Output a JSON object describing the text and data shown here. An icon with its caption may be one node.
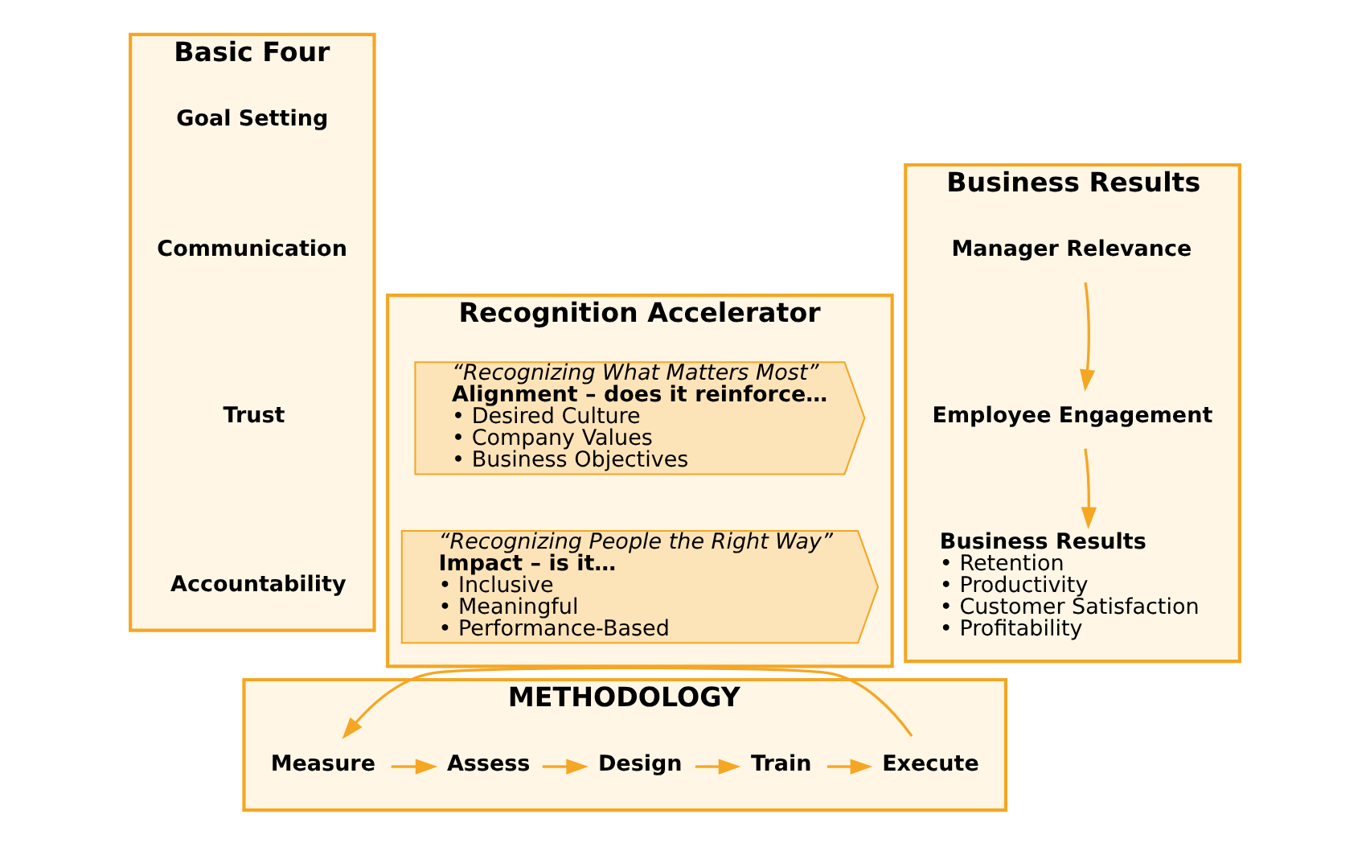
{
  "diagram": {
    "nodes": [
      {
        "text": [
          "Basic Four"
        ]
      },
      {
        "text": [
          "Goal Setting"
        ],
        "in": 0
      },
      {
        "text": [
          "Communication"
        ],
        "in": 0
      },
      {
        "text": [
          "Trust"
        ],
        "in": 0
      },
      {
        "text": [
          "Accountability"
        ],
        "in": 0
      },
      {
        "text": [
          "Recognition Accelerator"
        ]
      },
      {
        "text": [
          "“Recognizing What Matters Most”",
          "Alignment – does it reinforce…",
          "• Desired Culture",
          "• Company Values",
          "• Business Objectives"
        ],
        "in": 5
      },
      {
        "text": [
          "“Recognizing People the Right Way”",
          "Impact – is it…",
          "• Inclusive",
          "• Meaningful",
          "• Performance-Based"
        ],
        "in": 5
      },
      {
        "text": [
          "Business Results"
        ]
      },
      {
        "text": [
          "Manager Relevance"
        ],
        "in": 8
      },
      {
        "text": [
          "Employee Engagement"
        ],
        "in": 8
      },
      {
        "text": [
          "Business Results",
          "• Retention",
          "• Productivity",
          "• Customer Satisfaction",
          "• Profitability"
        ],
        "in": 8
      },
      {
        "text": [
          "METHODOLOGY"
        ]
      },
      {
        "text": [
          "Measure"
        ],
        "in": 12
      },
      {
        "text": [
          "Assess"
        ],
        "in": 12
      },
      {
        "text": [
          "Design"
        ],
        "in": 12
      },
      {
        "text": [
          "Train"
        ],
        "in": 12
      },
      {
        "text": [
          "Execute"
        ],
        "in": 12
      }
    ],
    "edges": [
      {
        "from": 9,
        "to": 10,
        "arrow": "to"
      },
      {
        "from": 10,
        "to": 11,
        "arrow": "to"
      },
      {
        "from": 13,
        "to": 14,
        "arrow": "to"
      },
      {
        "from": 14,
        "to": 15,
        "arrow": "to"
      },
      {
        "from": 15,
        "to": 16,
        "arrow": "to"
      },
      {
        "from": 16,
        "to": 17,
        "arrow": "to"
      },
      {
        "from": 17,
        "to": 13,
        "arrow": "to"
      }
    ]
  }
}
